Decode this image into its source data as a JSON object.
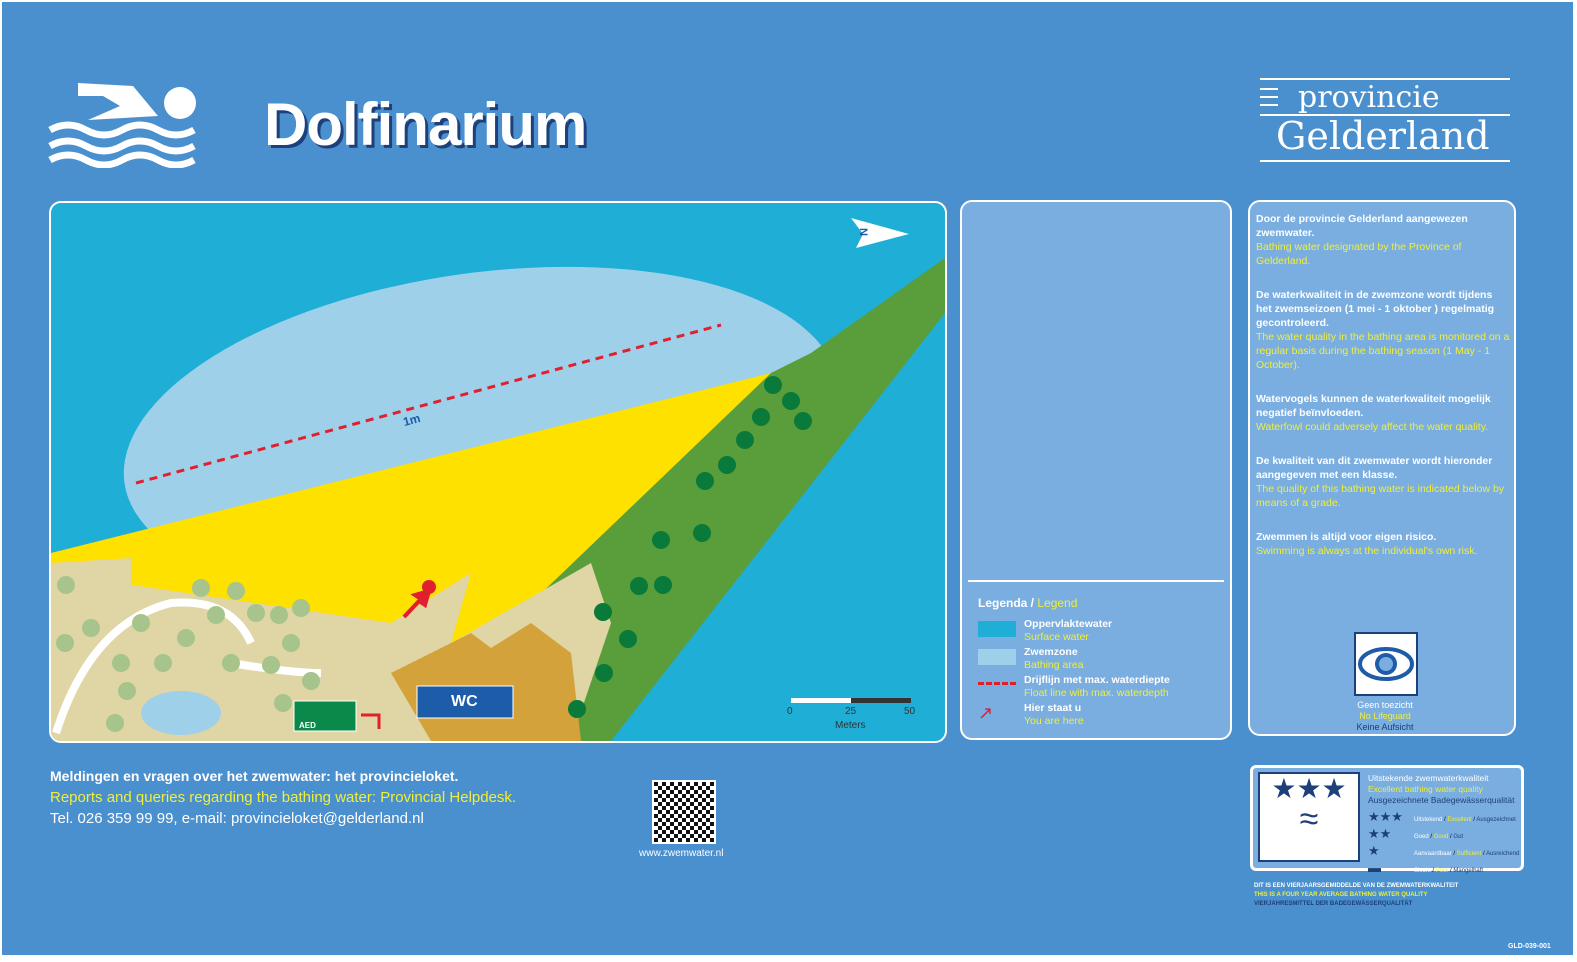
{
  "header": {
    "title": "Dolfinarium",
    "logo_line1": "provincie",
    "logo_line2": "Gelderland"
  },
  "map": {
    "depth_label": "1m",
    "scale": {
      "ticks": [
        "0",
        "25",
        "50"
      ],
      "unit": "Meters"
    },
    "north": "N",
    "facilities": [
      "AED",
      "WC"
    ]
  },
  "legend": {
    "title_nl": "Legenda",
    "title_en": "Legend",
    "items": [
      {
        "nl": "Oppervlaktewater",
        "en": "Surface water"
      },
      {
        "nl": "Zwemzone",
        "en": "Bathing area"
      },
      {
        "nl": "Drijflijn met max. waterdiepte",
        "en": "Float line with  max. waterdepth"
      },
      {
        "nl": "Hier staat u",
        "en": "You are here"
      }
    ]
  },
  "info": [
    {
      "nl": "Door de provincie Gelderland aangewezen zwemwater.",
      "en": "Bathing water designated by the Province of Gelderland."
    },
    {
      "nl": "De waterkwaliteit in de zwemzone wordt tijdens het zwemseizoen (1 mei - 1 oktober ) regelmatig gecontroleerd.",
      "en": "The water quality in the bathing area is monitored on a regular basis during the bathing season (1 May - 1 October)."
    },
    {
      "nl": "Watervogels kunnen de waterkwaliteit mogelijk negatief beïnvloeden.",
      "en": "Waterfowl could adversely affect the water quality."
    },
    {
      "nl": "De kwaliteit van dit zwemwater wordt hieronder aangegeven met een klasse.",
      "en": "The quality of this bathing water is indicated below by means of a grade."
    },
    {
      "nl": "Zwemmen is altijd voor eigen risico.",
      "en": "Swimming is always at the individual's own risk."
    }
  ],
  "supervision": {
    "nl": "Geen toezicht",
    "en": "No Lifeguard",
    "de": "Keine Aufsicht"
  },
  "contact": {
    "nl": "Meldingen en vragen over het zwemwater: het provincieloket.",
    "en": "Reports and queries regarding the bathing water: Provincial Helpdesk.",
    "tel": "Tel. 026 359 99 99, e-mail: provincieloket@gelderland.nl",
    "website": "www.zwemwater.nl"
  },
  "quality": {
    "stars": 3,
    "nl": "Uitstekende zwemwaterkwaliteit",
    "en": "Excellent bathing water quality",
    "de": "Ausgezeichnete Badegewässerqualität",
    "scale": [
      {
        "stars": 3,
        "nl": "Uitstekend",
        "en": "Excellent",
        "de": "Ausgezeichnet"
      },
      {
        "stars": 2,
        "nl": "Goed",
        "en": "Good",
        "de": "Gut"
      },
      {
        "stars": 1,
        "nl": "Aanvaardbaar",
        "en": "Sufficient",
        "de": "Ausreichend"
      },
      {
        "stars": 0,
        "nl": "Slecht",
        "en": "Poor",
        "de": "Mangelhaft"
      }
    ],
    "note_nl": "DIT IS EEN VIERJAARSGEMIDDELDE VAN DE ZWEMWATERKWALITEIT",
    "note_en": "THIS IS A  FOUR YEAR AVERAGE BATHING WATER QUALITY",
    "note_de": "VIERJAHRESMITTEL DER BADEGEWÄSSERQUALITÄT"
  },
  "code": "GLD-039-001",
  "colors": {
    "background": "#4a8fce",
    "panel": "#7aaee0",
    "water": "#1eaed6",
    "bathing": "#9fd0ea",
    "beach": "#ffe100",
    "green": "#5a9e3c",
    "yellow_text": "#f0ee3a",
    "navy": "#1d3f7a"
  }
}
